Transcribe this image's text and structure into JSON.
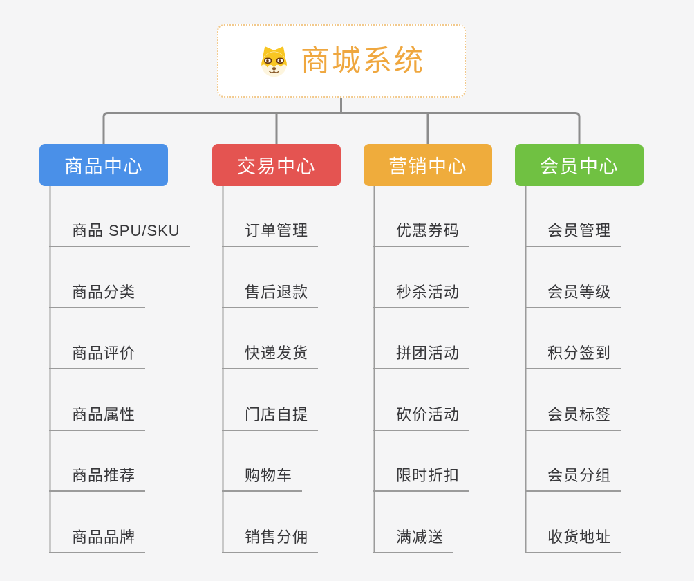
{
  "root": {
    "title": "商城系统",
    "icon": "shiba-dog-icon",
    "accent_color": "#efa73f",
    "border_color": "#f2c98c"
  },
  "colors": {
    "connector": "#8c8c8c",
    "branch_line": "#9b9b9b",
    "item_text": "#37373a",
    "background": "#f5f5f6"
  },
  "branches": [
    {
      "label": "商品中心",
      "color": "#4a90e8",
      "items": [
        "商品 SPU/SKU",
        "商品分类",
        "商品评价",
        "商品属性",
        "商品推荐",
        "商品品牌"
      ]
    },
    {
      "label": "交易中心",
      "color": "#e45451",
      "items": [
        "订单管理",
        "售后退款",
        "快递发货",
        "门店自提",
        "购物车",
        "销售分佣"
      ]
    },
    {
      "label": "营销中心",
      "color": "#efac3c",
      "items": [
        "优惠券码",
        "秒杀活动",
        "拼团活动",
        "砍价活动",
        "限时折扣",
        "满减送"
      ]
    },
    {
      "label": "会员中心",
      "color": "#70c142",
      "items": [
        "会员管理",
        "会员等级",
        "积分签到",
        "会员标签",
        "会员分组",
        "收货地址"
      ]
    }
  ]
}
